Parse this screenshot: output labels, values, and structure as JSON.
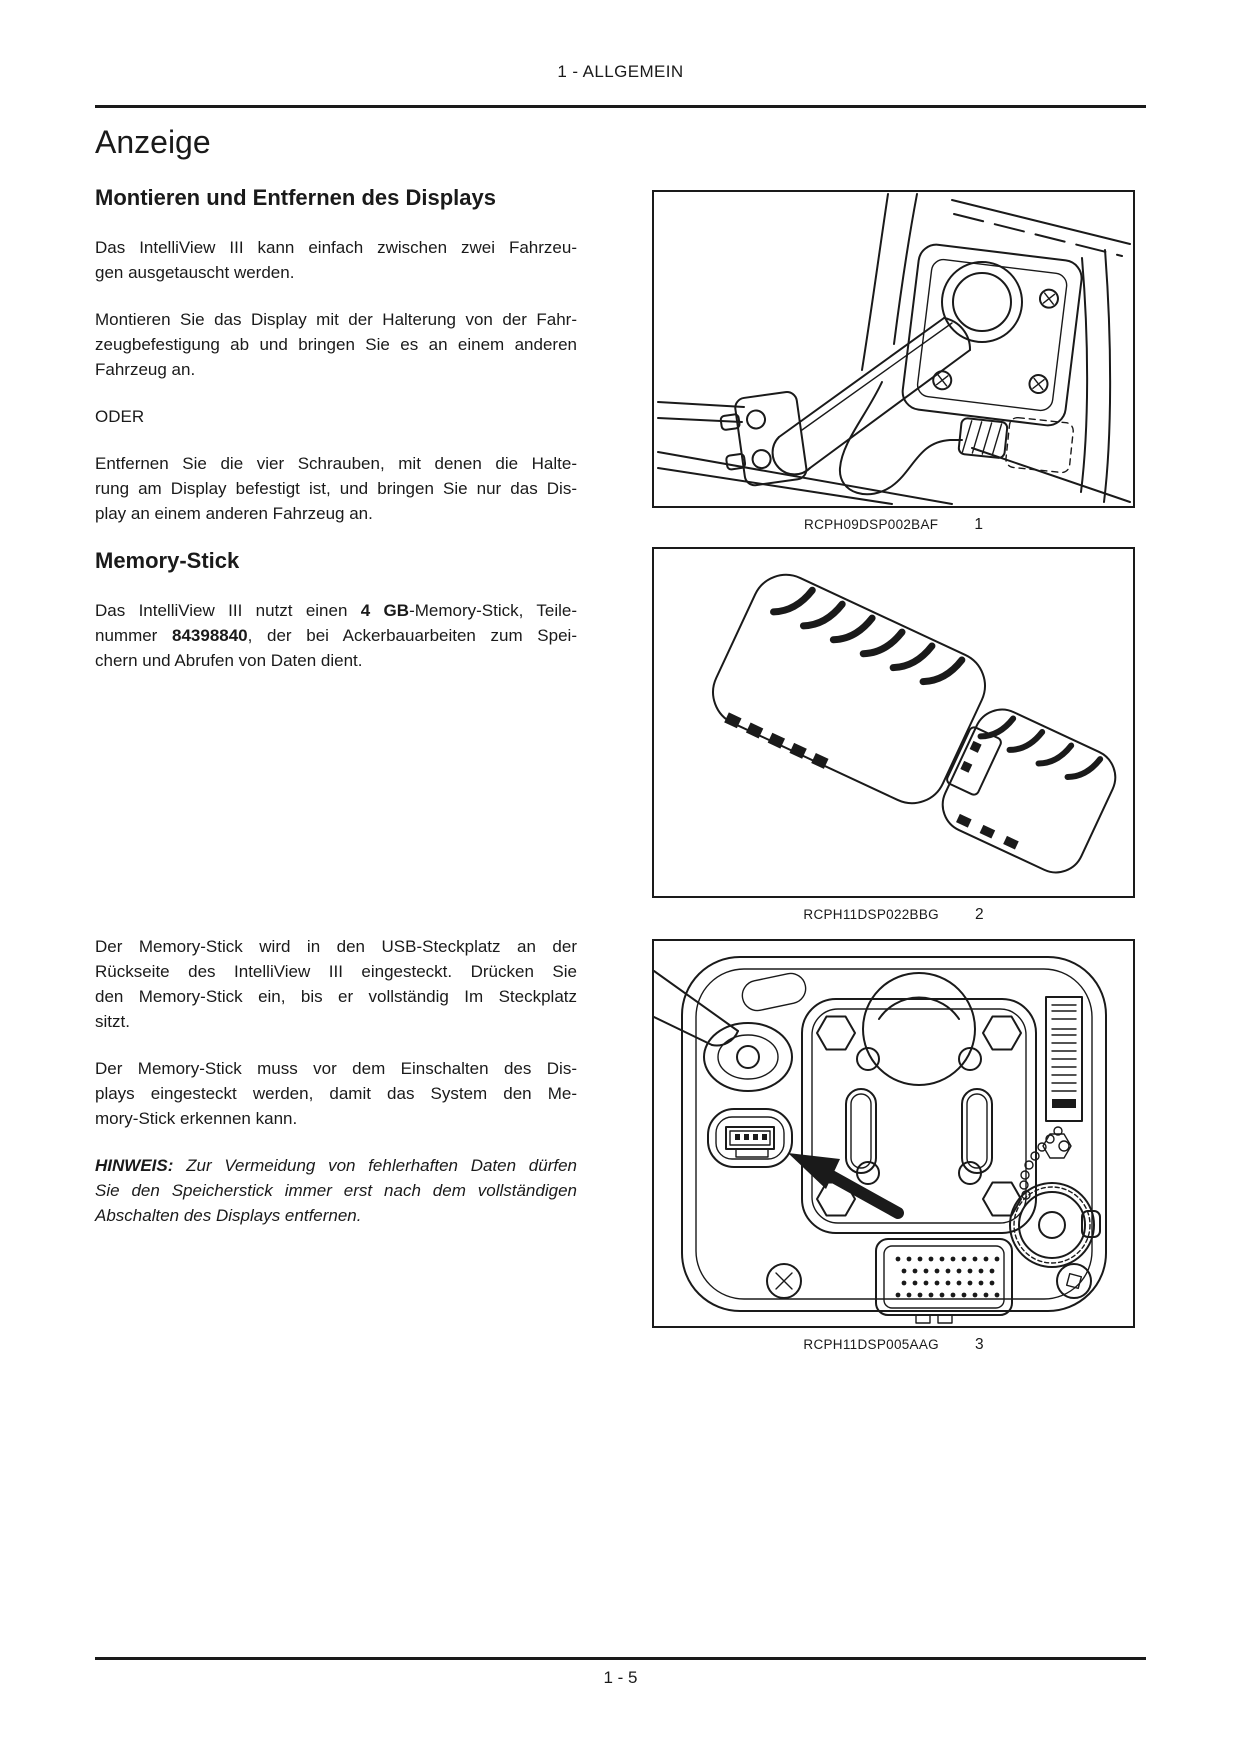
{
  "header": {
    "chapter": "1 - ALLGEMEIN"
  },
  "footer": {
    "page_number": "1 - 5"
  },
  "title": "Anzeige",
  "s1": {
    "heading": "Montieren und Entfernen des Displays",
    "p1": [
      "Das IntelliView III kann einfach zwischen zwei Fahrzeu-",
      "gen ausgetauscht werden."
    ],
    "p2": [
      "Montieren Sie das Display mit der Halterung von der Fahr-",
      "zeugbefestigung ab und bringen Sie es an einem anderen",
      "Fahrzeug an."
    ],
    "oder": "ODER",
    "p3": [
      "Entfernen Sie die vier Schrauben, mit denen die Halte-",
      "rung am Display befestigt ist, und bringen Sie nur das Dis-",
      "play an einem anderen Fahrzeug an."
    ]
  },
  "s2": {
    "heading": "Memory-Stick",
    "p1": {
      "l1a": "Das IntelliView III nutzt einen ",
      "l1b": "4 GB",
      "l1c": "-Memory-Stick, Teile-",
      "l2a": "nummer ",
      "l2b": "84398840",
      "l2c": ", der bei Ackerbauarbeiten zum Spei-",
      "l3": "chern und Abrufen von Daten dient."
    },
    "p2": [
      "Der Memory-Stick wird in den USB-Steckplatz an der",
      "Rückseite des IntelliView III eingesteckt.  Drücken Sie",
      "den Memory-Stick ein, bis er vollständig Im Steckplatz",
      "sitzt."
    ],
    "p3": [
      "Der Memory-Stick muss vor dem Einschalten des Dis-",
      "plays eingesteckt werden, damit das System den Me-",
      "mory-Stick erkennen kann."
    ],
    "note": {
      "label": "HINWEIS:",
      "l1": " Zur Vermeidung von fehlerhaften Daten dürfen",
      "l2": "Sie den Speicherstick immer erst nach dem vollständigen",
      "l3": "Abschalten des Displays entfernen."
    }
  },
  "figures": [
    {
      "code": "RCPH09DSP002BAF",
      "number": "1"
    },
    {
      "code": "RCPH11DSP022BBG",
      "number": "2"
    },
    {
      "code": "RCPH11DSP005AAG",
      "number": "3"
    }
  ],
  "colors": {
    "text": "#1a1a1a",
    "rule": "#1a1a1a",
    "background": "#ffffff"
  }
}
